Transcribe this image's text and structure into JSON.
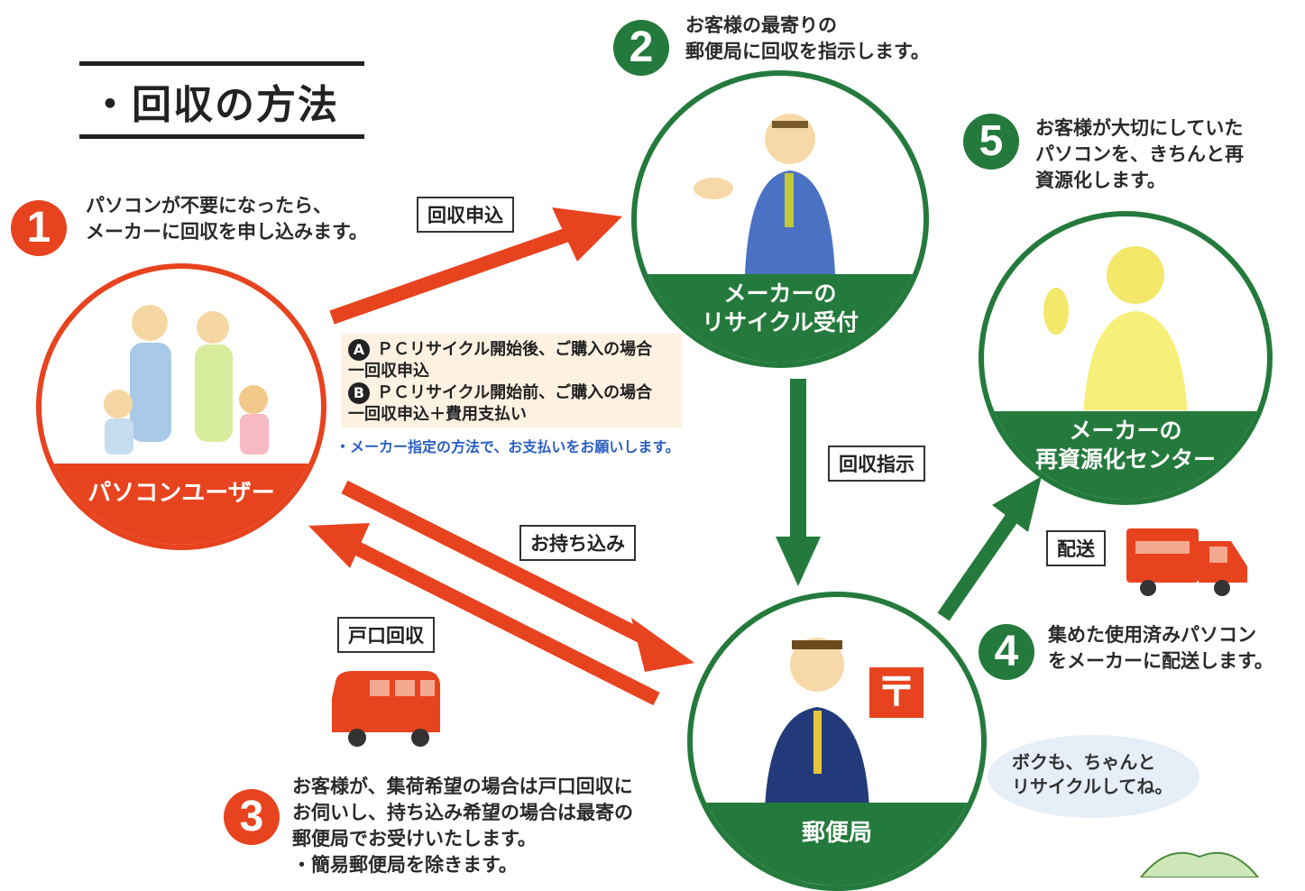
{
  "title": "・回収の方法",
  "steps": {
    "s1": {
      "num": "1",
      "text": "パソコンが不要になったら、\nメーカーに回収を申し込みます。"
    },
    "s2": {
      "num": "2",
      "text": "お客様の最寄りの\n郵便局に回収を指示します。"
    },
    "s3": {
      "num": "3",
      "text": "お客様が、集荷希望の場合は戸口回収に\nお伺いし、持ち込み希望の場合は最寄の\n郵便局でお受けいたします。\n・簡易郵便局を除きます。"
    },
    "s4": {
      "num": "4",
      "text": "集めた使用済みパソコン\nをメーカーに配送します。"
    },
    "s5": {
      "num": "5",
      "text": "お客様が大切にしていた\nパソコンを、きちんと再\n資源化します。"
    }
  },
  "nodes": {
    "user": "パソコンユーザー",
    "maker_line1": "メーカーの",
    "maker_line2": "リサイクル受付",
    "post": "郵便局",
    "recycle_line1": "メーカーの",
    "recycle_line2": "再資源化センター"
  },
  "arrow_labels": {
    "apply": "回収申込",
    "instruct": "回収指示",
    "bring": "お持ち込み",
    "door": "戸口回収",
    "ship": "配送"
  },
  "note": {
    "a_badge": "A",
    "a_text": "ＰＣリサイクル開始後、ご購入の場合\n一回収申込",
    "b_badge": "B",
    "b_text": "ＰＣリサイクル開始前、ご購入の場合\n一回収申込＋費用支払い",
    "payment": "・メーカー指定の方法で、お支払いをお願いします。"
  },
  "bubble": "ボクも、ちゃんと\nリサイクルしてね。",
  "post_mark": "〒",
  "colors": {
    "red": "#e8431f",
    "green": "#247a3c"
  }
}
